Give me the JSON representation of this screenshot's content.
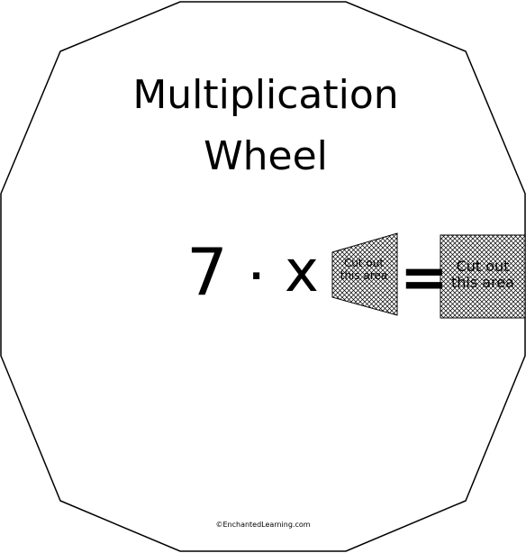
{
  "title": {
    "line1": "Multiplication",
    "line2": "Wheel"
  },
  "equation": {
    "factor": "7",
    "dot": "·",
    "times": "x",
    "equals": "="
  },
  "cutouts": {
    "left_line1": "Cut out",
    "left_line2": "this area",
    "right_line1": "Cut out",
    "right_line2": "this area"
  },
  "footer": {
    "copyright": "©EnchantedLearning.com"
  },
  "colors": {
    "outline": "#000000",
    "hatch": "#000000",
    "background": "#ffffff"
  }
}
